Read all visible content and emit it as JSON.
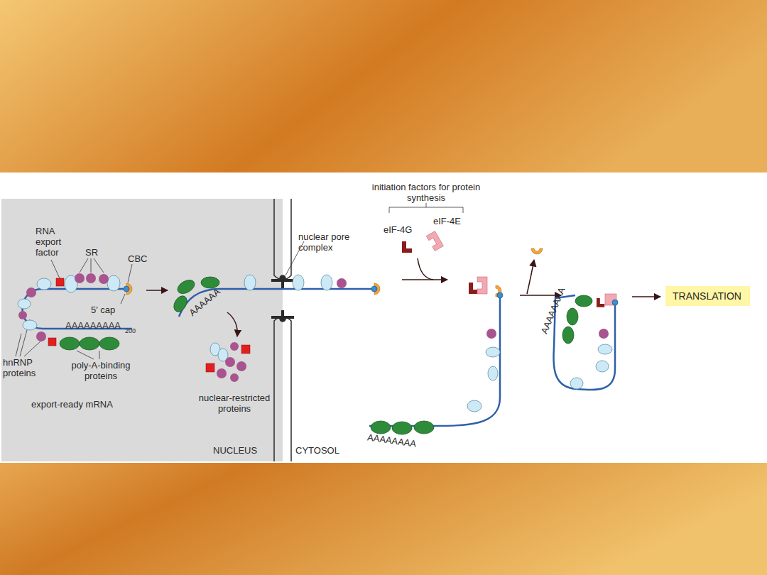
{
  "diagram": {
    "nodes": [
      {
        "text": [
          "TRANSLATION"
        ]
      }
    ],
    "labels": [
      "RNA export factor",
      "SR",
      "CBC",
      "5′ cap",
      "AAAAAAAAA",
      "200",
      "hnRNP proteins",
      "poly-A-binding proteins",
      "export-ready mRNA",
      "AAAAAA",
      "nuclear-restricted proteins",
      "nuclear pore complex",
      "NUCLEUS",
      "CYTOSOL",
      "initiation factors for protein synthesis",
      "eIF-4G",
      "eIF-4E",
      "AAAAAAAA",
      "AAAAAAAA"
    ]
  }
}
